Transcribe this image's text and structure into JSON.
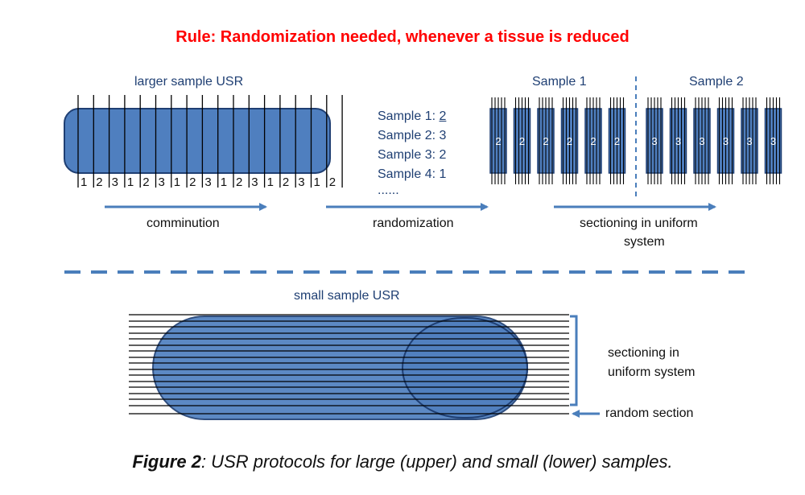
{
  "rule": "Rule: Randomization needed, whenever a tissue is reduced",
  "upper": {
    "large_sample_title": "larger sample USR",
    "slab_numbers": [
      "1",
      "2",
      "3",
      "1",
      "2",
      "3",
      "1",
      "2",
      "3",
      "1",
      "2",
      "3",
      "1",
      "2",
      "3",
      "1",
      "2"
    ],
    "comminution_label": "comminution",
    "randomization_list": [
      {
        "label": "Sample 1: ",
        "value": "2"
      },
      {
        "label": "Sample 2: ",
        "value": "3"
      },
      {
        "label": "Sample 3: ",
        "value": "2"
      },
      {
        "label": "Sample 4: ",
        "value": "1"
      }
    ],
    "ellipsis": "......",
    "randomization_label": "randomization",
    "sample1_title": "Sample 1",
    "sample2_title": "Sample 2",
    "sample1_digit": "2",
    "sample2_digit": "3",
    "sectioning_label_line1": "sectioning in uniform",
    "sectioning_label_line2": "system"
  },
  "lower": {
    "small_sample_title": "small sample USR",
    "sectioning_label_line1": "sectioning in",
    "sectioning_label_line2": "uniform system",
    "random_section_label": "random section"
  },
  "caption": {
    "bold": "Figure 2",
    "rest": ": USR protocols for large (upper) and small (lower) samples."
  },
  "colors": {
    "red": "#ff0000",
    "fill_blue": "#4f7fbf",
    "dark_blue": "#1f3f73",
    "arrow_blue": "#4a7ebb"
  }
}
